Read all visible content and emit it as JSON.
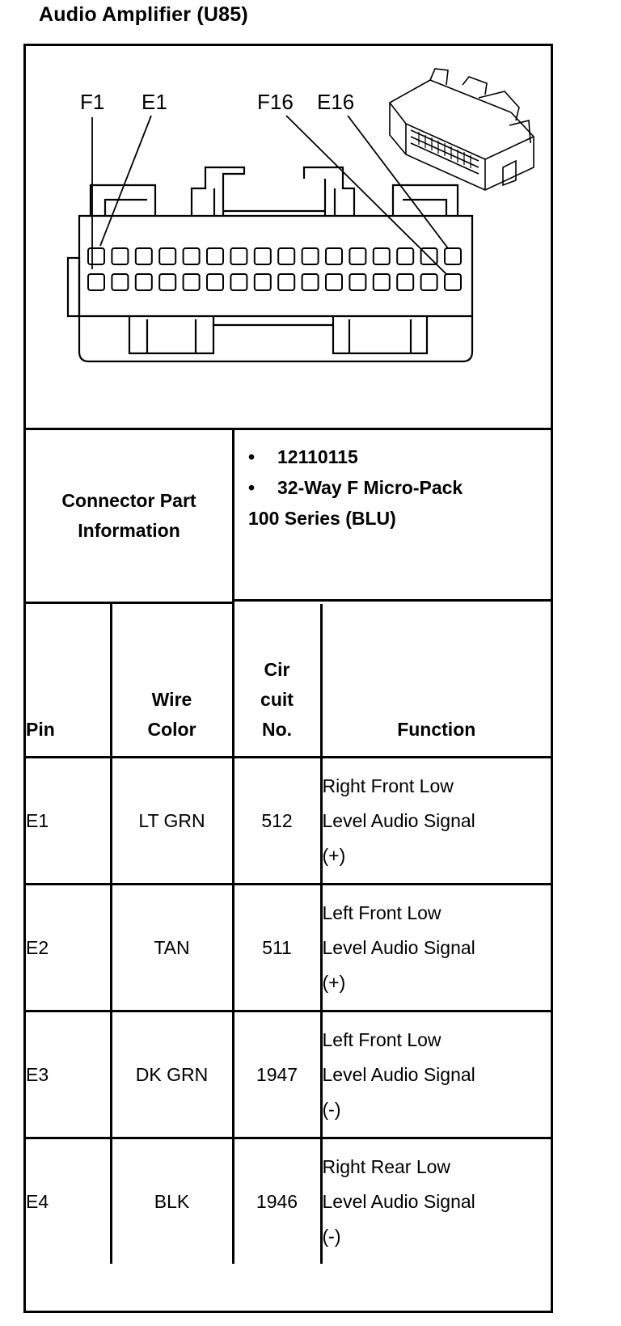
{
  "title": "Audio Amplifier (U85)",
  "diagram": {
    "callouts": [
      "F1",
      "E1",
      "F16",
      "E16"
    ]
  },
  "connector_info": {
    "label": "Connector Part Information",
    "bullet": "•",
    "part_number": "12110115",
    "description_line1": "32-Way F Micro-Pack",
    "description_line2": "100 Series (BLU)"
  },
  "table": {
    "headers": {
      "pin": "Pin",
      "wire_color": "Wire Color",
      "circuit_line1": "Cir",
      "circuit_line2": "cuit",
      "circuit_line3": "No.",
      "function": "Function"
    },
    "rows": [
      {
        "pin": "E1",
        "wire_color": "LT GRN",
        "circuit": "512",
        "function_line1": "Right Front Low",
        "function_line2": "Level Audio Signal",
        "function_line3": "(+)"
      },
      {
        "pin": "E2",
        "wire_color": "TAN",
        "circuit": "511",
        "function_line1": "Left Front Low",
        "function_line2": "Level Audio Signal",
        "function_line3": "(+)"
      },
      {
        "pin": "E3",
        "wire_color": "DK GRN",
        "circuit": "1947",
        "function_line1": "Left Front Low",
        "function_line2": "Level Audio Signal",
        "function_line3": "(-)"
      },
      {
        "pin": "E4",
        "wire_color": "BLK",
        "circuit": "1946",
        "function_line1": "Right Rear Low",
        "function_line2": "Level Audio Signal",
        "function_line3": "(-)"
      }
    ]
  }
}
